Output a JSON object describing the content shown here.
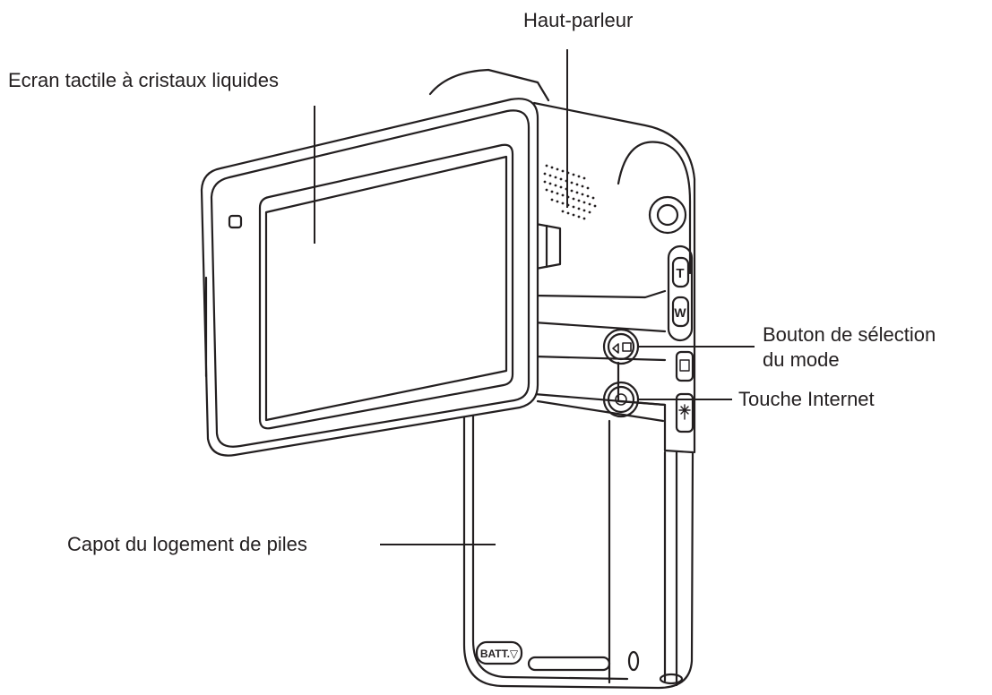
{
  "labels": {
    "speaker": "Haut-parleur",
    "lcd": "Ecran tactile à cristaux liquides",
    "mode_line1": "Bouton de sélection",
    "mode_line2": "du mode",
    "internet": "Touche Internet",
    "battery": "Capot du logement de piles"
  },
  "device": {
    "zoom_tele": "T",
    "zoom_wide": "W",
    "batt_marking": "BATT.▽"
  },
  "colors": {
    "line": "#231f20",
    "background": "#ffffff",
    "body_fill": "#ffffff",
    "screen_fill": "#ffffff"
  }
}
